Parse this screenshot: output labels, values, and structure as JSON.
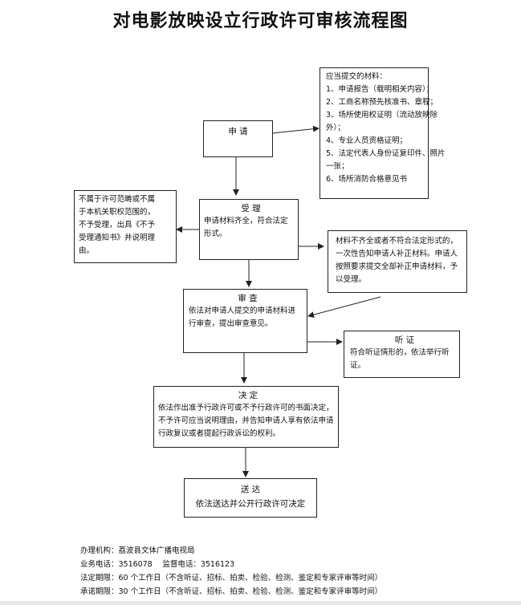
{
  "title": "对电影放映设立行政许可审核流程图",
  "materials": {
    "heading": "应当提交的材料：",
    "lines": [
      "1、申请报告（载明相关内容）；",
      "2、工商名称预先核准书、章程；",
      "3、场所使用权证明（流动放映除",
      "外）；",
      "4、专业人员资格证明；",
      "5、法定代表人身份证复印件、照片",
      "一张；",
      "6、场所消防合格意见书"
    ]
  },
  "apply": {
    "title": "申 请"
  },
  "accept": {
    "title": "受 理",
    "lines": [
      "申请材料齐全，符合法定",
      "形式。"
    ]
  },
  "reject": {
    "lines": [
      "不属于许可范畴或不属",
      "于本机关职权范围的，",
      "不予受理，出具《不予",
      "受理通知书》并说明理",
      "由。"
    ]
  },
  "supplement": {
    "lines": [
      "材料不齐全或者不符合法定形式的，",
      "一次性告知申请人补正材料。申请人",
      "按照要求提交全部补正申请材料，予",
      "以受理。"
    ]
  },
  "review": {
    "title": "审 查",
    "lines": [
      "依法对申请人提交的申请材料进",
      "行审查，提出审查意见。"
    ]
  },
  "hearing": {
    "title": "听 证",
    "lines": [
      "符合听证情形的，依法举行听",
      "证。"
    ]
  },
  "decision": {
    "title": "决 定",
    "lines": [
      "依法作出准予行政许可或不予行政许可的书面决定，",
      "不予许可应当说明理由，并告知申请人享有依法申请",
      "行政复议或者提起行政诉讼的权利。"
    ]
  },
  "deliver": {
    "title": "送 达",
    "line": "依法送达并公开行政许可决定"
  },
  "footer": {
    "lines": [
      "办理机构：荔波县文体广播电视局",
      "业务电话：3516078　 监督电话：3516123",
      "法定期限：60 个工作日（不含听证、招标、拍卖、检验、检测、鉴定和专家评审等时间）",
      "承诺期限：30 个工作日（不含听证、招标、拍卖、检验、检测、鉴定和专家评审等时间）"
    ]
  }
}
